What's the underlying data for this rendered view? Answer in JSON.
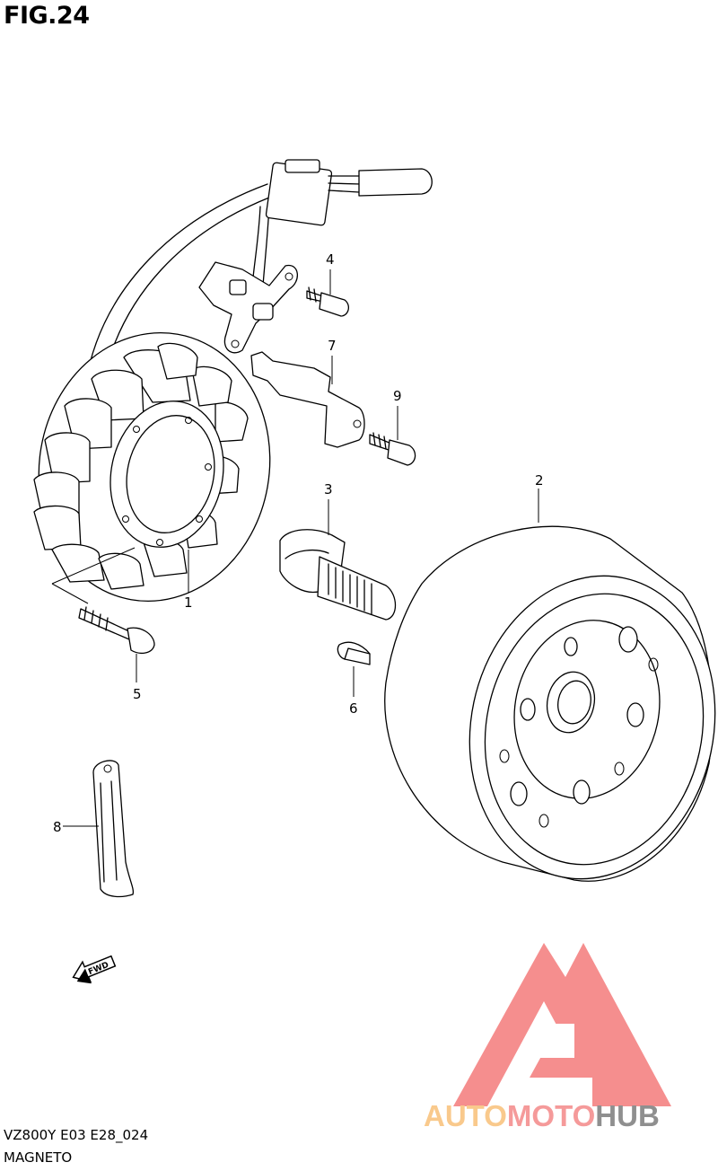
{
  "figure": {
    "title": "FIG.24"
  },
  "parts": [
    {
      "number": "1"
    },
    {
      "number": "2"
    },
    {
      "number": "3"
    },
    {
      "number": "4"
    },
    {
      "number": "5"
    },
    {
      "number": "6"
    },
    {
      "number": "7"
    },
    {
      "number": "8"
    },
    {
      "number": "9"
    }
  ],
  "fwd_label": "FWD",
  "footer": {
    "code": "VZ800Y E03 E28_024",
    "name": "MAGNETO"
  },
  "watermark": {
    "parts": [
      "AUTO",
      "MOTO",
      "HUB"
    ],
    "colors": {
      "auto": "#f9c98c",
      "moto": "#f59a9a",
      "hub": "#8f8f8f",
      "logo": "#f47b7b"
    }
  }
}
